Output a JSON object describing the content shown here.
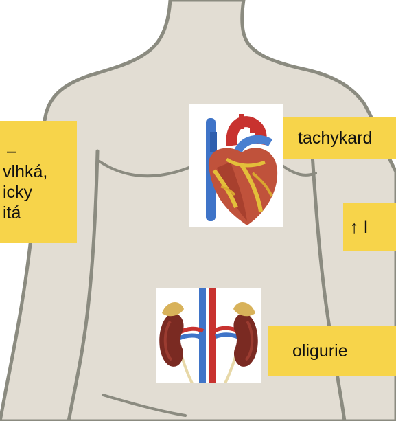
{
  "labels": {
    "skin_lines": [
      "–",
      "vlhká,",
      "icky",
      "itá"
    ],
    "heart_label": "tachykard",
    "right_label": "↑ I",
    "kidney_label": "oligurie"
  },
  "icons": {
    "body": "human-torso-outline",
    "heart": "heart-illustration",
    "kidneys": "kidneys-illustration"
  },
  "colors": {
    "body_fill": "#e2ddd3",
    "body_outline": "#8b8b80",
    "label_fill": "#f7d44a"
  }
}
